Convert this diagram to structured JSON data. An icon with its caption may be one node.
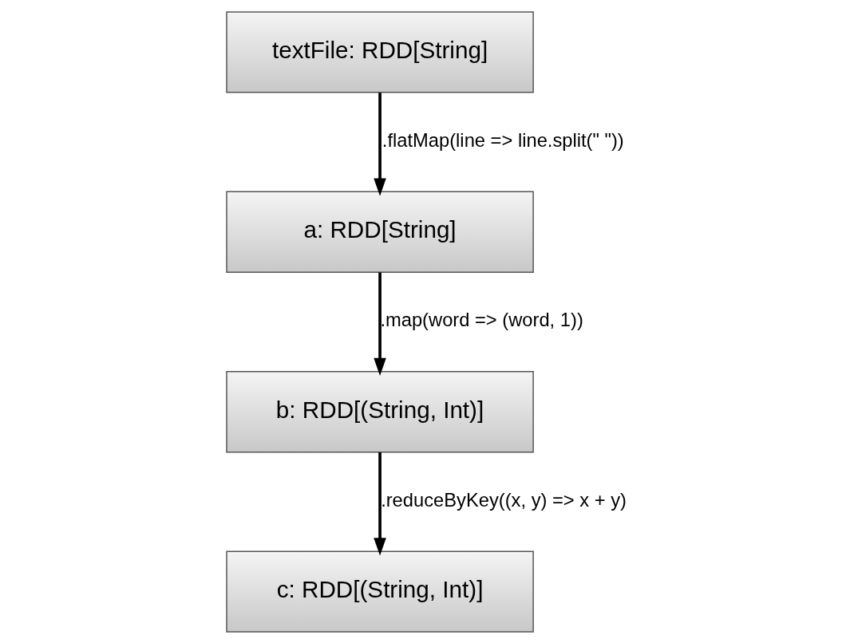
{
  "diagram": {
    "nodes": [
      {
        "text": [
          "textFile: RDD[String]"
        ]
      },
      {
        "text": [
          "a: RDD[String]"
        ]
      },
      {
        "text": [
          "b: RDD[(String, Int)]"
        ]
      },
      {
        "text": [
          "c: RDD[(String, Int)]"
        ]
      }
    ],
    "edges": [
      {
        "from": 0,
        "to": 1,
        "arrow": "to",
        "label": ".flatMap(line => line.split(\" \"))"
      },
      {
        "from": 1,
        "to": 2,
        "arrow": "to",
        "label": ".map(word => (word, 1))"
      },
      {
        "from": 2,
        "to": 3,
        "arrow": "to",
        "label": ".reduceByKey((x, y) => x + y)"
      }
    ]
  }
}
